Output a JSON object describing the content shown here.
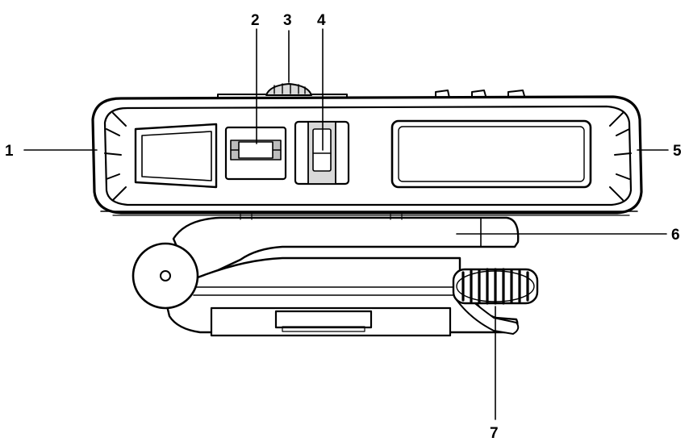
{
  "callouts": [
    {
      "id": "1",
      "label": "1"
    },
    {
      "id": "2",
      "label": "2"
    },
    {
      "id": "3",
      "label": "3"
    },
    {
      "id": "4",
      "label": "4"
    },
    {
      "id": "5",
      "label": "5"
    },
    {
      "id": "6",
      "label": "6"
    },
    {
      "id": "7",
      "label": "7"
    }
  ],
  "colors": {
    "ink": "#000000",
    "background": "#ffffff",
    "shade": "#d9d9d9"
  }
}
